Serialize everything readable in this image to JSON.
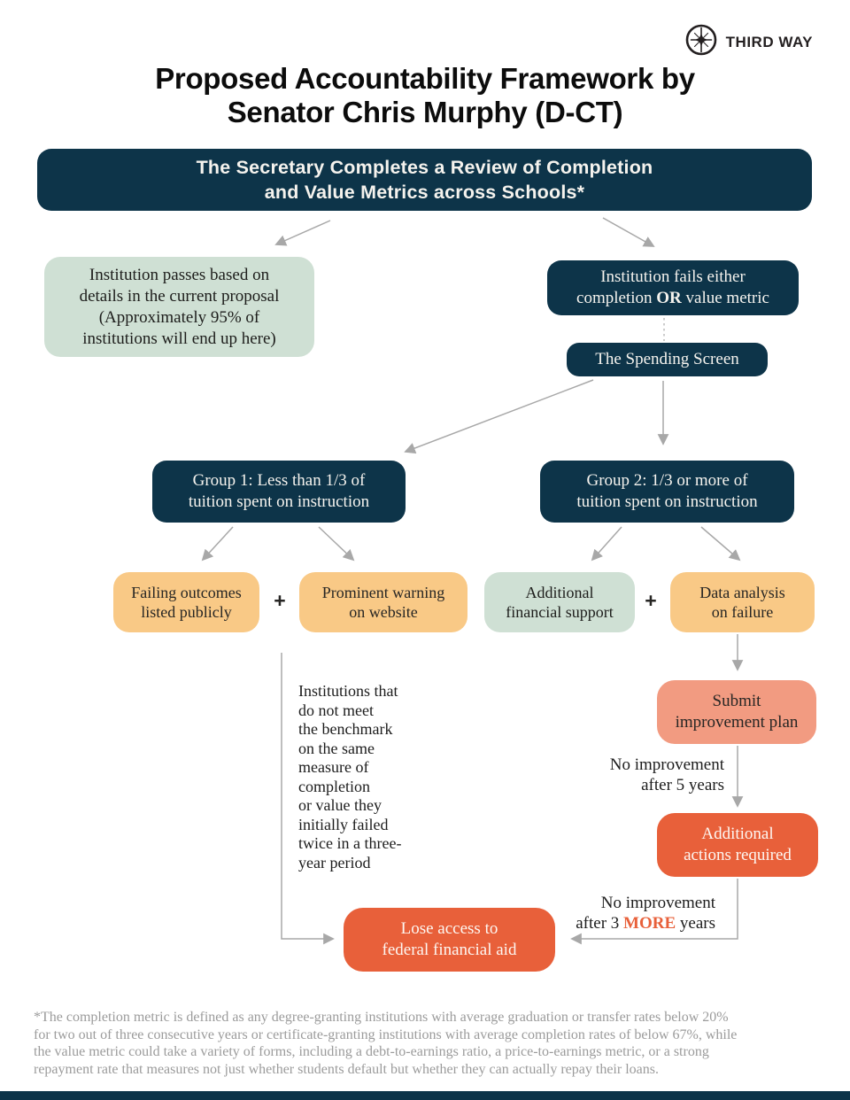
{
  "brand": {
    "name": "THIRD WAY",
    "logo": "compass-star-icon"
  },
  "title": {
    "line1": "Proposed Accountability Framework by",
    "line2": "Senator Chris Murphy (D-CT)"
  },
  "flow": {
    "review": [
      "The Secretary Completes a Review of Completion",
      "and Value Metrics across Schools*"
    ],
    "pass": [
      "Institution passes based on",
      "details in the current proposal",
      "(Approximately 95% of",
      "institutions will end up here)"
    ],
    "fail": {
      "line1": "Institution fails either",
      "line2_pre": "completion ",
      "line2_bold": "OR",
      "line2_post": " value metric"
    },
    "spending_screen": "The Spending Screen",
    "group1": [
      "Group 1: Less than 1/3 of",
      "tuition spent on instruction"
    ],
    "group2": [
      "Group 2: 1/3 or more of",
      "tuition spent on instruction"
    ],
    "failing_outcomes": [
      "Failing outcomes",
      "listed publicly"
    ],
    "plus": "+",
    "prominent_warning": [
      "Prominent warning",
      "on website"
    ],
    "financial_support": [
      "Additional",
      "financial support"
    ],
    "data_analysis": [
      "Data analysis",
      "on failure"
    ],
    "benchmark_note": [
      "Institutions that",
      "do not meet",
      "the benchmark",
      "on the same",
      "measure of",
      "completion",
      "or value they",
      "initially failed",
      "twice in a three-",
      "year period"
    ],
    "submit_plan": [
      "Submit",
      "improvement plan"
    ],
    "no_improvement_5": [
      "No improvement",
      "after 5 years"
    ],
    "additional_actions": [
      "Additional",
      "actions required"
    ],
    "no_improvement_3": {
      "line1": "No improvement",
      "line2_pre": "after 3 ",
      "line2_highlight": "MORE",
      "line2_post": " years"
    },
    "lose_access": [
      "Lose access to",
      "federal financial aid"
    ]
  },
  "footnote": [
    "*The completion metric is defined as any degree-granting institutions with average graduation or transfer rates below 20%",
    "for two out of three consecutive years or certificate-granting institutions with average completion rates of below 67%, while",
    "the value metric could take a variety of forms, including a debt-to-earnings ratio, a price-to-earnings metric, or a strong",
    "repayment rate that measures not just whether students default but whether they can actually repay their loans."
  ],
  "colors": {
    "navy": "#0d3449",
    "sage": "#cfe0d4",
    "tan": "#f9c986",
    "salmon": "#f29b81",
    "orange": "#e8603a",
    "arrow_gray": "#a8a8a8",
    "footnote_gray": "#9b9b9b"
  }
}
